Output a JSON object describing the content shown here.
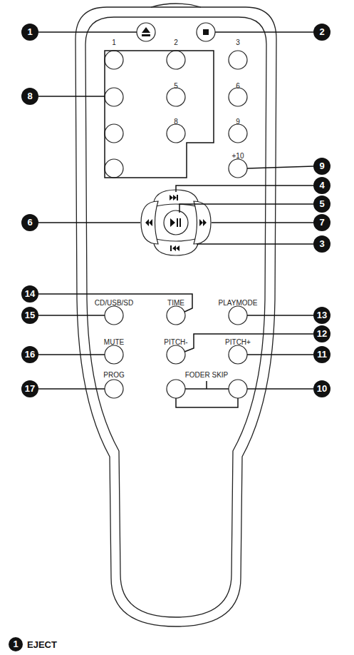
{
  "diagram": {
    "nodes": [
      {
        "text": [
          "1"
        ]
      },
      {
        "text": [
          "2"
        ]
      },
      {
        "text": [
          "8"
        ]
      },
      {
        "text": [
          "9"
        ]
      },
      {
        "text": [
          "4"
        ]
      },
      {
        "text": [
          "5"
        ]
      },
      {
        "text": [
          "6"
        ]
      },
      {
        "text": [
          "7"
        ]
      },
      {
        "text": [
          "3"
        ]
      },
      {
        "text": [
          "14"
        ]
      },
      {
        "text": [
          "15"
        ]
      },
      {
        "text": [
          "13"
        ]
      },
      {
        "text": [
          "12"
        ]
      },
      {
        "text": [
          "16"
        ]
      },
      {
        "text": [
          "11"
        ]
      },
      {
        "text": [
          "17"
        ]
      },
      {
        "text": [
          "10"
        ]
      },
      {
        "text": [
          "1"
        ]
      }
    ],
    "labels": [
      "1",
      "2",
      "3",
      "5",
      "6",
      "8",
      "9",
      "+10",
      "CD/USB/SD",
      "TIME",
      "PLAYMODE",
      "MUTE",
      "PITCH-",
      "PITCH+",
      "PROG",
      "FODER SKIP",
      "EJECT"
    ]
  }
}
